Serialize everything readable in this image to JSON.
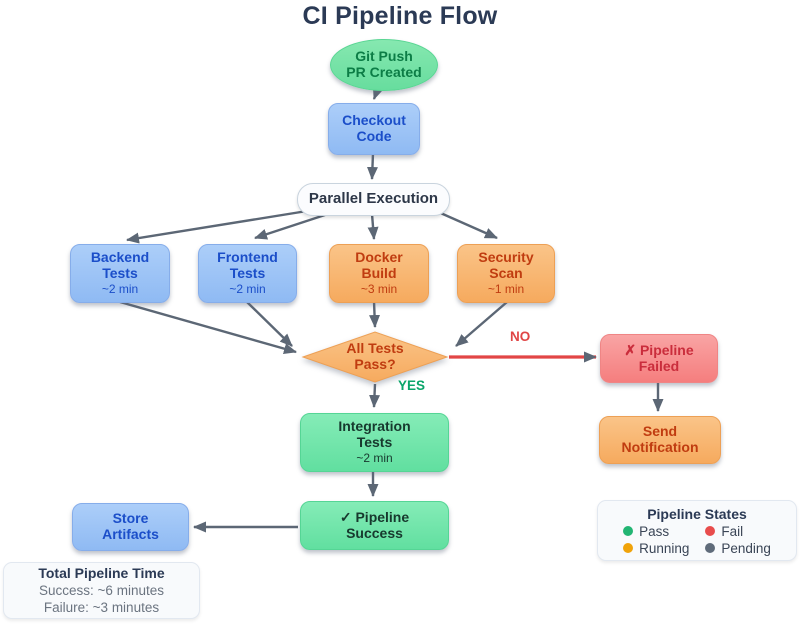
{
  "title": "CI Pipeline Flow",
  "nodes": {
    "start": {
      "line1": "Git Push",
      "line2": "PR Created"
    },
    "checkout": {
      "line1": "Checkout",
      "line2": "Code"
    },
    "parallel": {
      "label": "Parallel Execution"
    },
    "backend": {
      "line1": "Backend",
      "line2": "Tests",
      "duration": "~2 min"
    },
    "frontend": {
      "line1": "Frontend",
      "line2": "Tests",
      "duration": "~2 min"
    },
    "docker": {
      "line1": "Docker",
      "line2": "Build",
      "duration": "~3 min"
    },
    "security": {
      "line1": "Security",
      "line2": "Scan",
      "duration": "~1 min"
    },
    "decision": {
      "line1": "All Tests",
      "line2": "Pass?"
    },
    "failed": {
      "line1": "✗ Pipeline",
      "line2": "Failed"
    },
    "notify": {
      "line1": "Send",
      "line2": "Notification"
    },
    "integration": {
      "line1": "Integration",
      "line2": "Tests",
      "duration": "~2 min"
    },
    "success": {
      "line1": "✓ Pipeline",
      "line2": "Success"
    },
    "store": {
      "line1": "Store",
      "line2": "Artifacts"
    }
  },
  "edge_labels": {
    "yes": "YES",
    "no": "NO"
  },
  "legend": {
    "title": "Pipeline States",
    "items": [
      {
        "label": "Pass",
        "color": "#22b573"
      },
      {
        "label": "Fail",
        "color": "#e84c4c"
      },
      {
        "label": "Running",
        "color": "#f0a30a"
      },
      {
        "label": "Pending",
        "color": "#5f6b7a"
      }
    ]
  },
  "info": {
    "title": "Total Pipeline Time",
    "success_line": "Success: ~6 minutes",
    "failure_line": "Failure: ~3 minutes"
  },
  "colors": {
    "title_text": "#2b3a55",
    "arrow": "#5c6775",
    "fail_arrow": "#e24646",
    "yes_label": "#0aa56a",
    "no_label": "#e04545",
    "blue_node_text": "#1b4ec9",
    "orange_node_text": "#c03c10",
    "green_node_text": "#17392e",
    "red_node_text": "#ca2d3c",
    "start_node_text": "#0c7d46"
  }
}
